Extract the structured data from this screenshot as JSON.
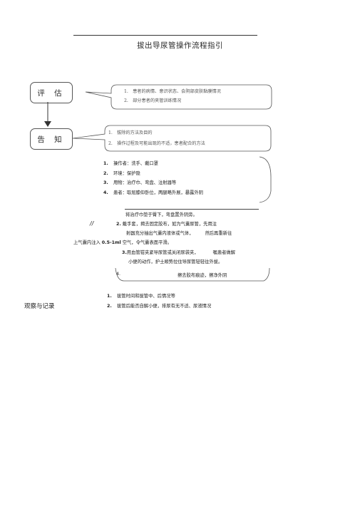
{
  "title": "拔出导尿管操作流程指引",
  "assess": {
    "label": "评 估",
    "items": [
      "1.　患者的病情、意识状态、会阴部皮肤黏膜情况",
      "2.　部分患者的夹管训练情况"
    ]
  },
  "inform": {
    "label": "告 知",
    "items": [
      "1.　拔除的方法及目的",
      "2.　操作过程及可能出现的不适，患者配合的方法"
    ]
  },
  "prep": {
    "items": [
      {
        "num": "1.",
        "text": "操作者：洗手、戴口罩"
      },
      {
        "num": "2.",
        "text": "环境：保护隐"
      },
      {
        "num": "3.",
        "text": "用物：治疗巾、弯盘、注射器等"
      },
      {
        "num": "4.",
        "text": "患者：取屈膝仰卧位，两腿略外展，暴露外阴"
      }
    ]
  },
  "procedure": {
    "step1": "将治疗巾垫于臀下，弯盘置外阴旁。",
    "mark": "//",
    "step2_num": "2.",
    "step2_line1": "戴手套，揭去固定胶布，如为气囊尿管，先用注",
    "step2_line2a": "射器充分抽出气囊内液体或气体，",
    "step2_line2b": "然后再重新往",
    "step2_line3a": "上气囊内注入",
    "step2_line3b": "0.5-1ml",
    "step2_line3c": "空气，令气囊表面平滑。",
    "step3_num": "3.",
    "step3_line1a": "用血管钳夹紧导尿管或关闭尿袋夹，",
    "step3_line1b": "嘱患者做解",
    "step3_line2": "小便的动作，护士顺势拉住导尿管轻轻往外拔。",
    "step4_num": "4.",
    "step4_text": "擦去胶布痕迹，擦净外阴"
  },
  "observe": {
    "label": "观察与记录",
    "items": [
      {
        "num": "1.",
        "text": "拔管时间和拔管中、后情况等"
      },
      {
        "num": "2.",
        "text": "拔管后能否自解小便，排尿有无不适、尿液情况"
      }
    ]
  },
  "colors": {
    "text": "#2a2a2a",
    "line": "#555555"
  }
}
